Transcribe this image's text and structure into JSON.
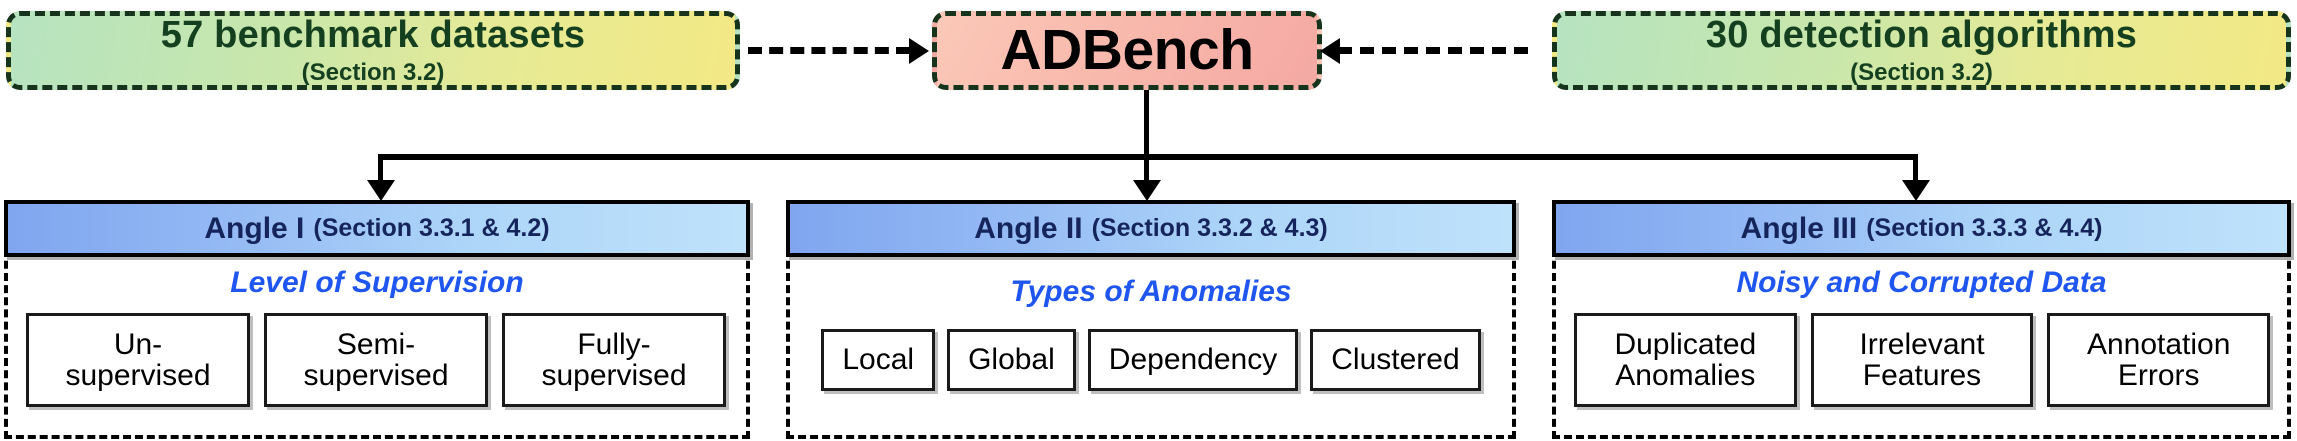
{
  "diagram": {
    "title": "ADBench overview",
    "colors": {
      "green_gradient_start": "#b6e3c0",
      "green_gradient_end": "#f3e985",
      "pink_gradient_start": "#fbc8b8",
      "pink_gradient_end": "#f4a9a3",
      "blue_gradient_start": "#7fa6ef",
      "blue_gradient_end": "#bfe2fb",
      "green_text": "#14401f",
      "navy_text": "#15255c",
      "blue_italic_text": "#1f56ef",
      "stroke": "#000000"
    }
  },
  "top": {
    "datasets": {
      "title": "57 benchmark datasets",
      "section": "(Section 3.2)"
    },
    "center": {
      "title": "ADBench"
    },
    "algorithms": {
      "title": "30 detection algorithms",
      "section": "(Section 3.2)"
    }
  },
  "angles": [
    {
      "label": "Angle I",
      "section": "(Section 3.3.1 & 4.2)",
      "subtitle": "Level of Supervision",
      "items": [
        "Un-\nsupervised",
        "Semi-\nsupervised",
        "Fully-\nsupervised"
      ]
    },
    {
      "label": "Angle II",
      "section": "(Section 3.3.2 & 4.3)",
      "subtitle": "Types of Anomalies",
      "items": [
        "Local",
        "Global",
        "Dependency",
        "Clustered"
      ]
    },
    {
      "label": "Angle III",
      "section": "(Section 3.3.3 & 4.4)",
      "subtitle": "Noisy and Corrupted Data",
      "items": [
        "Duplicated\nAnomalies",
        "Irrelevant\nFeatures",
        "Annotation\nErrors"
      ]
    }
  ]
}
